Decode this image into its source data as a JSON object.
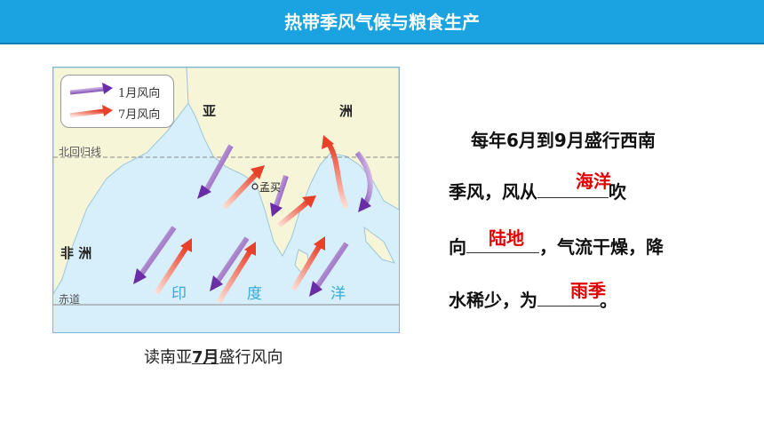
{
  "header": {
    "title": "热带季风气候与粮食生产"
  },
  "map": {
    "legend": {
      "jan": "1月风向",
      "jul": "7月风向"
    },
    "labels": {
      "asia_1": "亚",
      "asia_2": "洲",
      "africa": "非 洲",
      "tropic": "北回归线",
      "equator": "赤道",
      "city": "孟买",
      "ocean_1": "印",
      "ocean_2": "度",
      "ocean_3": "洋"
    },
    "colors": {
      "jan_arrow": "#7b3fb1",
      "jul_arrow": "#ee4a33",
      "sea": "#d6effa",
      "land": "#f7f5d8"
    }
  },
  "caption": {
    "pre": "读南亚",
    "em": "7月",
    "post": "盛行风向"
  },
  "question": {
    "line1": "每年6月到9月盛行西南",
    "line2_a": "季风，风从",
    "line2_b": "吹",
    "line3_a": "向",
    "line3_b": "，气流干燥，降",
    "line4_a": "水稀少，为",
    "line4_b": "。",
    "answers": {
      "a1": "海洋",
      "a2": "陆地",
      "a3": "雨季"
    }
  }
}
